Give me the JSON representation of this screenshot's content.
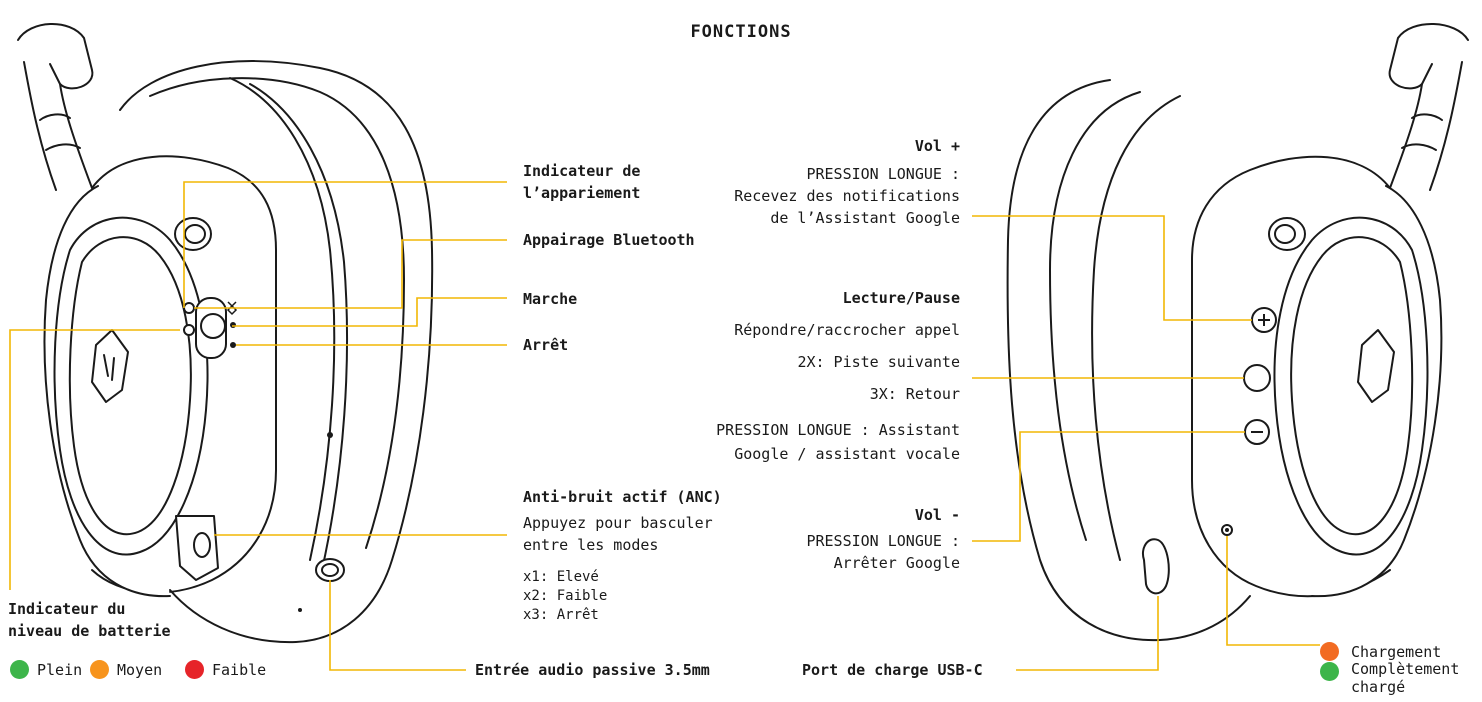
{
  "title": "FONCTIONS",
  "left": {
    "pairing_indicator": [
      "Indicateur de",
      "l’appariement"
    ],
    "bluetooth_pairing": "Appairage Bluetooth",
    "power_on": "Marche",
    "power_off": "Arrêt",
    "anc": {
      "heading": "Anti-bruit actif (ANC)",
      "desc": [
        "Appuyez pour basculer",
        "entre les modes"
      ],
      "modes": [
        "x1: Elevé",
        "x2: Faible",
        "x3: Arrêt"
      ]
    },
    "battery": {
      "heading": [
        "Indicateur du",
        "niveau de batterie"
      ],
      "levels": [
        {
          "label": "Plein",
          "color": "#3db54a"
        },
        {
          "label": "Moyen",
          "color": "#f7941d"
        },
        {
          "label": "Faible",
          "color": "#e62429"
        }
      ]
    },
    "audio_input": "Entrée audio passive 3.5mm"
  },
  "right": {
    "vol_up": {
      "heading": "Vol +",
      "desc": [
        "PRESSION LONGUE :",
        "Recevez des notifications",
        "de l’Assistant Google"
      ]
    },
    "play_pause": {
      "heading": "Lecture/Pause",
      "lines": [
        "Répondre/raccrocher appel",
        "2X: Piste suivante",
        "3X: Retour"
      ],
      "long_press": [
        "PRESSION LONGUE : Assistant",
        "Google / assistant vocale"
      ]
    },
    "vol_down": {
      "heading": "Vol -",
      "desc": [
        "PRESSION LONGUE :",
        "Arrêter Google"
      ]
    },
    "usb_port": "Port de charge USB-C",
    "charging": [
      {
        "label": "Chargement",
        "color": "#f26b22"
      },
      {
        "label": "Complètement",
        "label2": "chargé",
        "color": "#3db54a"
      }
    ]
  },
  "colors": {
    "callout": "#f2b705",
    "outline": "#1a1a1a"
  }
}
